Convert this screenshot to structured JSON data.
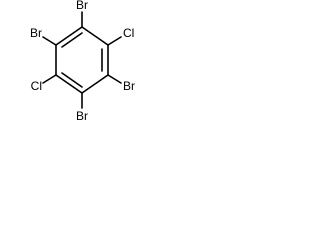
{
  "molecule": {
    "ring": "benzene",
    "substituents": [
      {
        "position": "top",
        "element": "Br",
        "label": "Br"
      },
      {
        "position": "upper-right",
        "element": "Cl",
        "label": "Cl"
      },
      {
        "position": "lower-right",
        "element": "Br",
        "label": "Br"
      },
      {
        "position": "bottom",
        "element": "Br",
        "label": "Br"
      },
      {
        "position": "lower-left",
        "element": "Cl",
        "label": "Cl"
      },
      {
        "position": "upper-left",
        "element": "Br",
        "label": "Br"
      }
    ]
  }
}
